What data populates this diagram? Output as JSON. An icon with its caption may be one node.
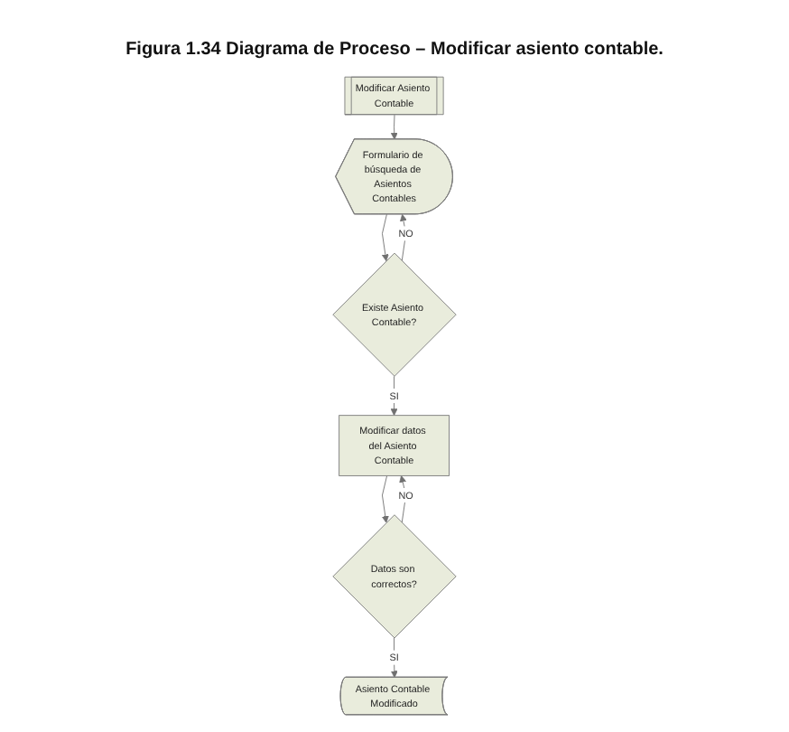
{
  "diagram": {
    "title": "Figura 1.34 Diagrama de Proceso – Modificar asiento contable.",
    "nodes": [
      {
        "text": [
          "Modificar Asiento Contable"
        ]
      },
      {
        "text": [
          "Formulario de búsqueda de Asientos Contables"
        ]
      },
      {
        "text": [
          "Existe Asiento Contable?"
        ]
      },
      {
        "text": [
          "Modificar datos del Asiento Contable"
        ]
      },
      {
        "text": [
          "Datos son correctos?"
        ]
      },
      {
        "text": [
          "Asiento Contable Modificado"
        ]
      }
    ],
    "edges": [
      {
        "from": 0,
        "to": 1,
        "arrow": "to"
      },
      {
        "from": 1,
        "to": 2,
        "arrow": "to"
      },
      {
        "from": 2,
        "to": 1,
        "arrow": "to",
        "label": "NO"
      },
      {
        "from": 2,
        "to": 3,
        "arrow": "to",
        "label": "SI"
      },
      {
        "from": 3,
        "to": 4,
        "arrow": "to"
      },
      {
        "from": 4,
        "to": 3,
        "arrow": "to",
        "label": "NO"
      },
      {
        "from": 4,
        "to": 5,
        "arrow": "to",
        "label": "SI"
      }
    ]
  }
}
